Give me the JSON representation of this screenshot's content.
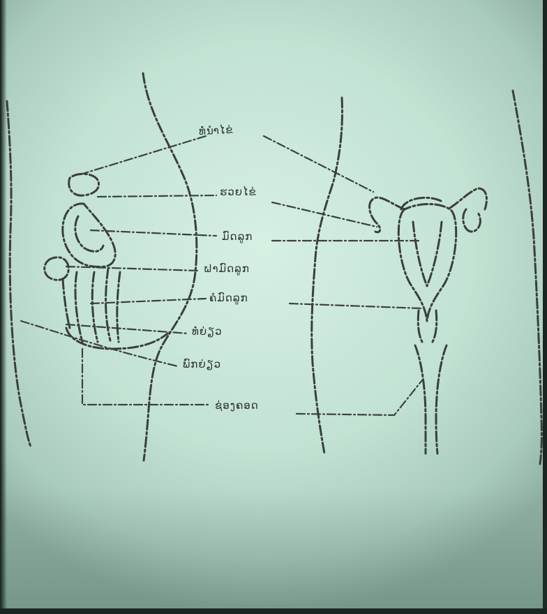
{
  "labels": {
    "fallopian_tube": "ທໍ່ນຳໄຂ່",
    "ovary": "ຮວຍໄຂ່",
    "uterus": "ມົດລູກ",
    "uterine_wall": "ຝາມົດລູກ",
    "cervix": "ຄໍມົດລູກ",
    "urethra": "ທໍ່ຍ່ຽວ",
    "bladder": "ພົກຍ່ຽວ",
    "vagina": "ຊ່ອງຄອດ"
  },
  "colors": {
    "paper": "#c8e6d7",
    "ink": "#3a3f3c"
  }
}
